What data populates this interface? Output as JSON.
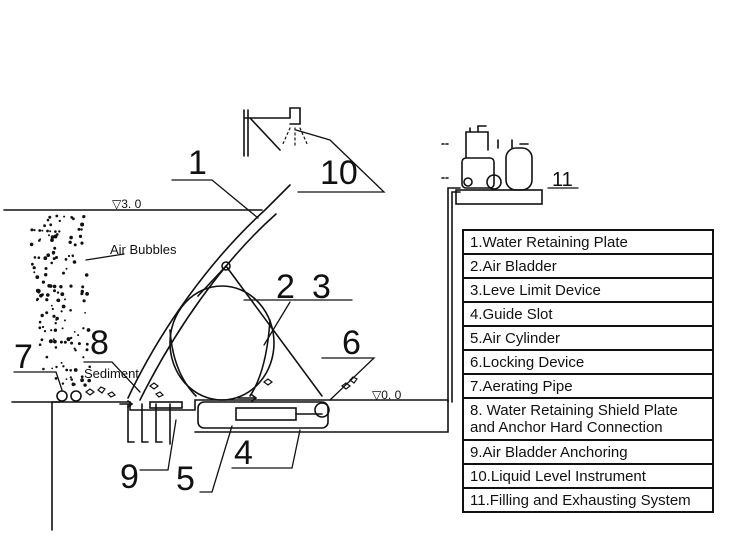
{
  "callouts": {
    "c1": "1",
    "c2": "2",
    "c3": "3",
    "c4": "4",
    "c5": "5",
    "c6": "6",
    "c7": "7",
    "c8": "8",
    "c9": "9",
    "c10": "10",
    "c11": "11"
  },
  "labels": {
    "air_bubbles": "Air Bubbles",
    "sediment": "Sediment",
    "upstream_level": "▽3. 0",
    "downstream_level": "▽0. 0"
  },
  "legend": [
    "1.Water Retaining Plate",
    "2.Air Bladder",
    "3.Leve Limit Device",
    "4.Guide Slot",
    "5.Air Cylinder",
    "6.Locking Device",
    "7.Aerating Pipe",
    "8. Water Retaining Shield Plate and Anchor Hard Connection",
    "9.Air Bladder Anchoring",
    "10.Liquid Level Instrument",
    "11.Filling and Exhausting System"
  ]
}
